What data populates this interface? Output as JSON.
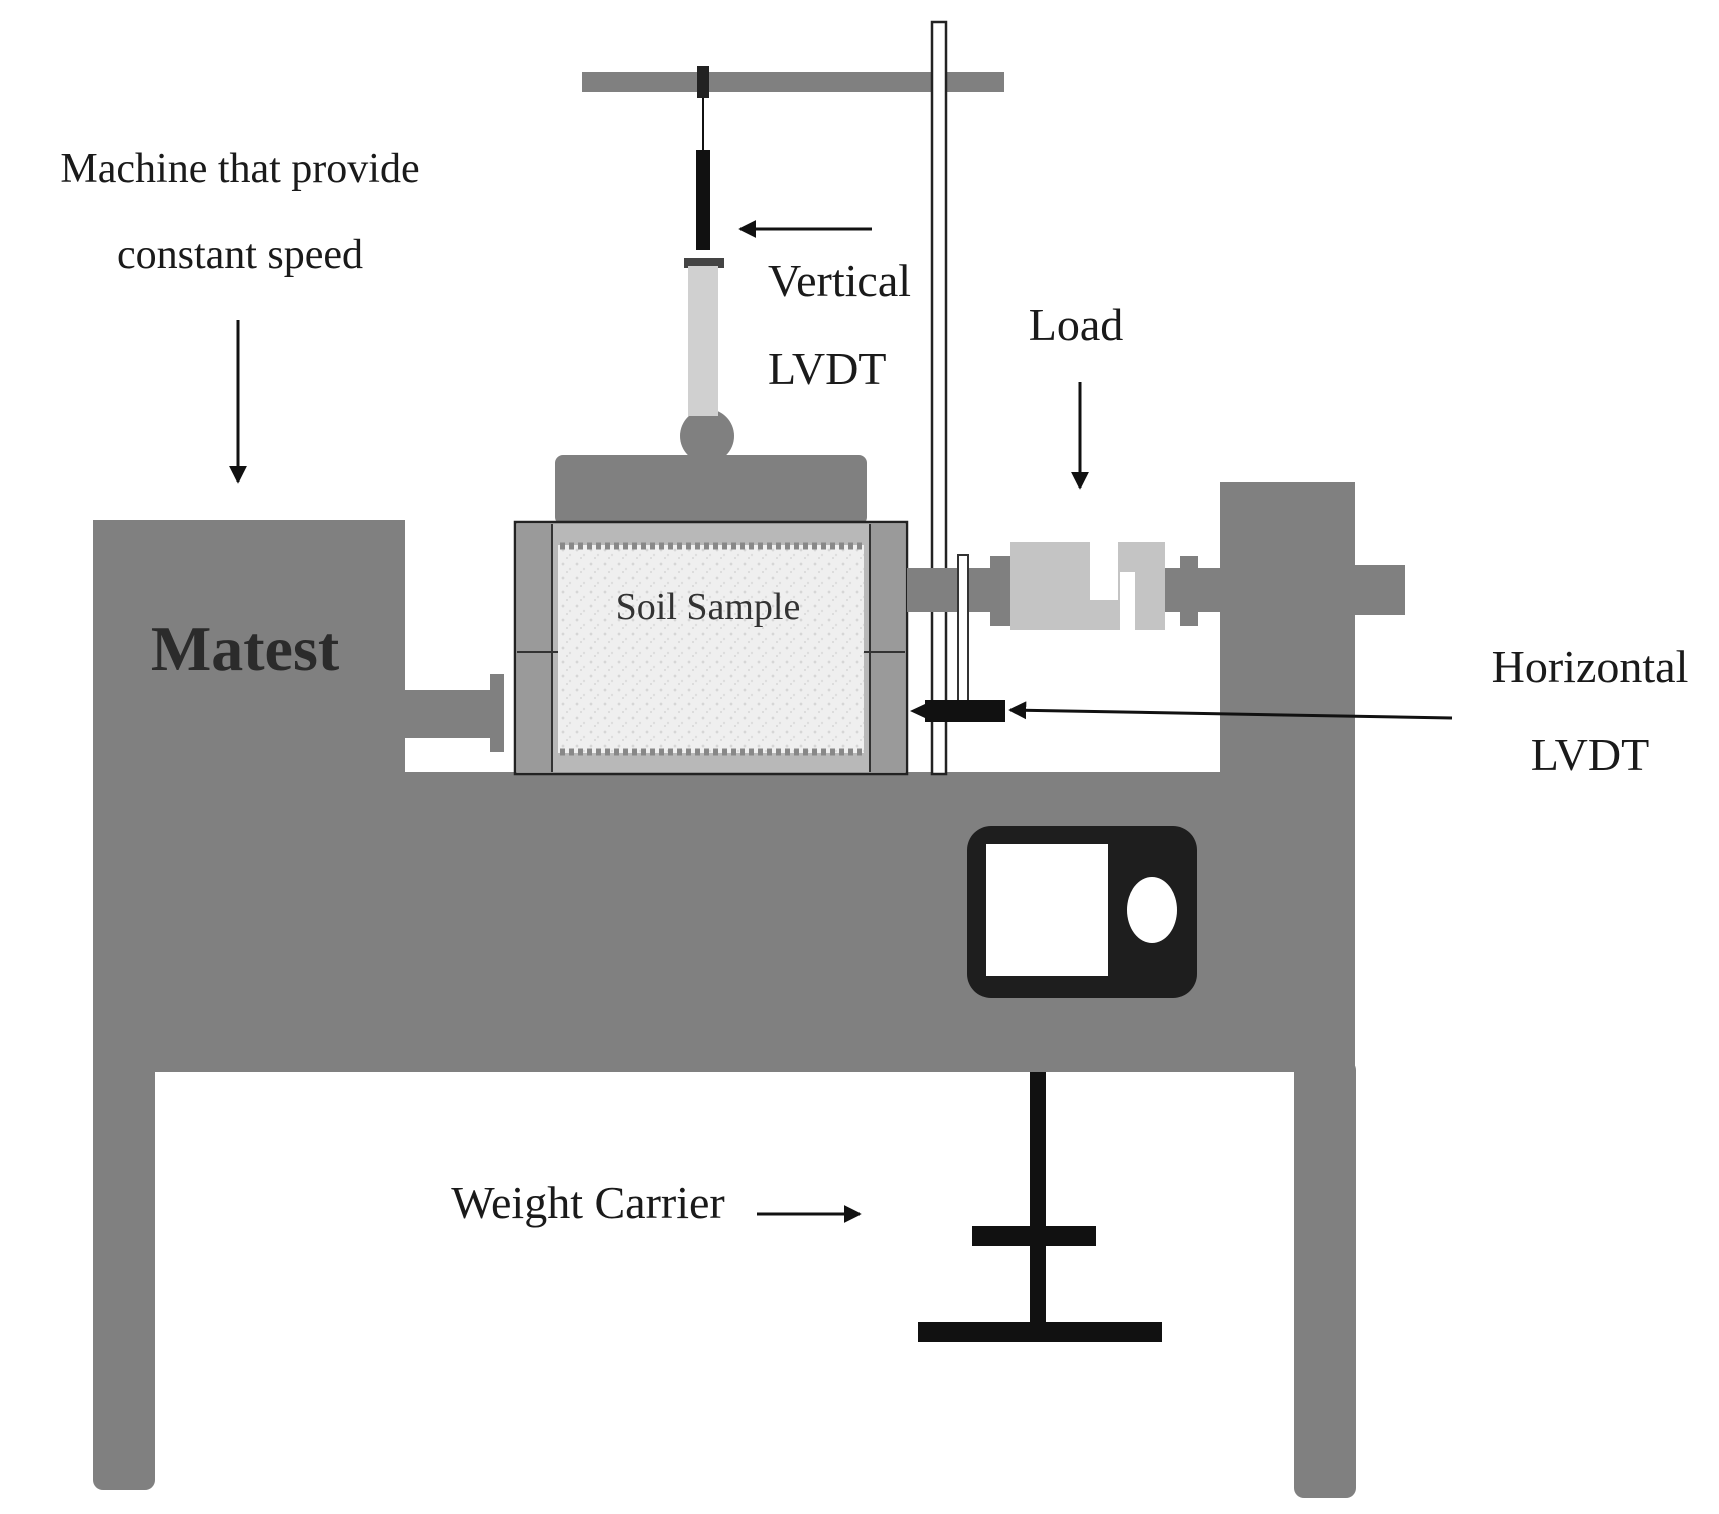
{
  "labels": {
    "machine_line1": "Machine that provide",
    "machine_line2": "constant speed",
    "vertical_line1": "Vertical",
    "vertical_line2": "LVDT",
    "load": "Load",
    "horizontal_line1": "Horizontal",
    "horizontal_line2": "LVDT",
    "brand": "Matest",
    "soil_sample": "Soil Sample",
    "weight_carrier": "Weight Carrier"
  },
  "colors": {
    "machine_body": "#808080",
    "shear_box_frame": "#b8b8b8",
    "soil_fill": "#eeeeee",
    "load_cell": "#c4c4c4",
    "dark": "#111111",
    "dial_gauge": "#1e1e1e"
  }
}
